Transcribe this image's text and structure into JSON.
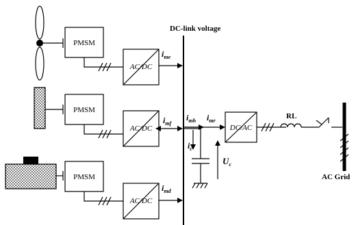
{
  "diagram": {
    "bus_label": "DC-link voltage",
    "machine_label": "PMSM",
    "rectifier_label": "AC/DC",
    "inverter_label": "DC/AC",
    "filter_label": "RL",
    "grid_label": "AC Grid",
    "currents": {
      "ime": {
        "main": "i",
        "sub": "me"
      },
      "imf": {
        "main": "i",
        "sub": "mf"
      },
      "imd": {
        "main": "i",
        "sub": "md"
      },
      "imh": {
        "main": "i",
        "sub": "mh"
      },
      "imr": {
        "main": "i",
        "sub": "mr"
      },
      "ic": {
        "main": "i",
        "sub": "c"
      }
    },
    "capacitor_voltage": {
      "main": "U",
      "sub": "c"
    }
  }
}
